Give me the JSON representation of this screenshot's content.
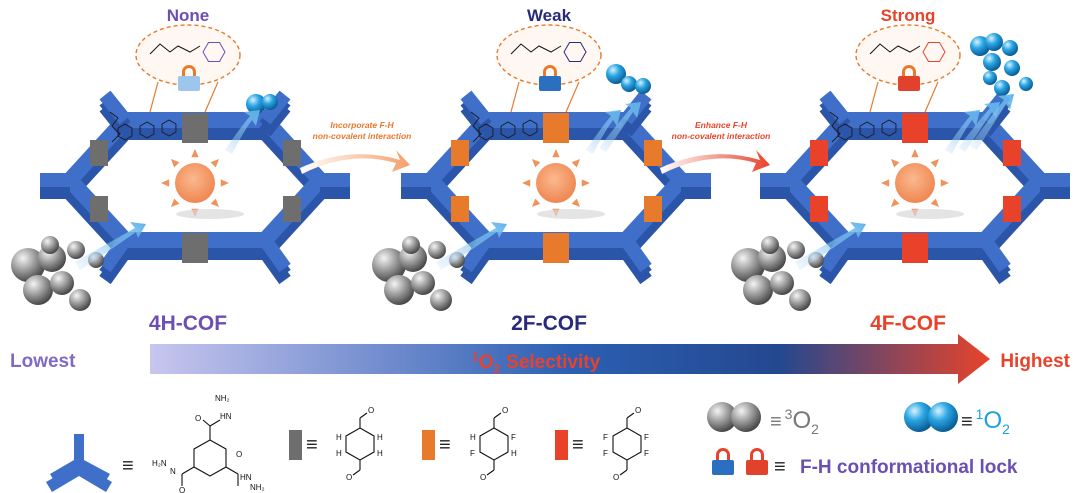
{
  "colors": {
    "framework_blue": "#3f6fc8",
    "framework_blue_dark": "#2b55a8",
    "linker_gray": "#6e6e6e",
    "linker_orange": "#e87a2c",
    "linker_red": "#e8432a",
    "sun": "#f0925a",
    "purple": "#6b4fb3",
    "navy": "#2a2a7a",
    "red_text": "#e8432a",
    "singlet_blue": "#1da1e0",
    "lock_blue": "#2a6fc0",
    "lock_red": "#e2412c",
    "lock_light": "#9cc6ec",
    "gradient_start": "#b7b4e8",
    "gradient_mid": "#2c5fb3",
    "gradient_end": "#e8432a"
  },
  "panels": [
    {
      "id": "4h",
      "label": "4H-COF",
      "interaction": "None",
      "linker": "gray",
      "lock": "light"
    },
    {
      "id": "2f",
      "label": "2F-COF",
      "interaction": "Weak",
      "linker": "orange",
      "lock": "blue"
    },
    {
      "id": "4f",
      "label": "4F-COF",
      "interaction": "Strong",
      "linker": "red",
      "lock": "red"
    }
  ],
  "arrows": [
    {
      "line1": "Incorporate F-H",
      "line2": "non-covalent interaction"
    },
    {
      "line1": "Enhance F-H",
      "line2": "non-covalent interaction"
    }
  ],
  "selectivity": {
    "low": "Lowest",
    "high": "Highest",
    "sup": "1",
    "mid": "O",
    "sub": "2",
    "word": "Selectivity"
  },
  "legend": {
    "triplet_sup": "3",
    "triplet_o": "O",
    "triplet_sub": "2",
    "singlet_sup": "1",
    "singlet_o": "O",
    "singlet_sub": "2",
    "equiv": "≡",
    "lock_label": "F-H conformational lock",
    "structures": {
      "hydrazide_top": "NH₂",
      "hydrazide_top2": "HN",
      "hydrazide_left": "H₂N",
      "hydrazide_left2": "N",
      "hydrazide_right": "HN",
      "hydrazide_right2": "NH₂",
      "H": "H",
      "F": "F",
      "O": "O"
    }
  }
}
